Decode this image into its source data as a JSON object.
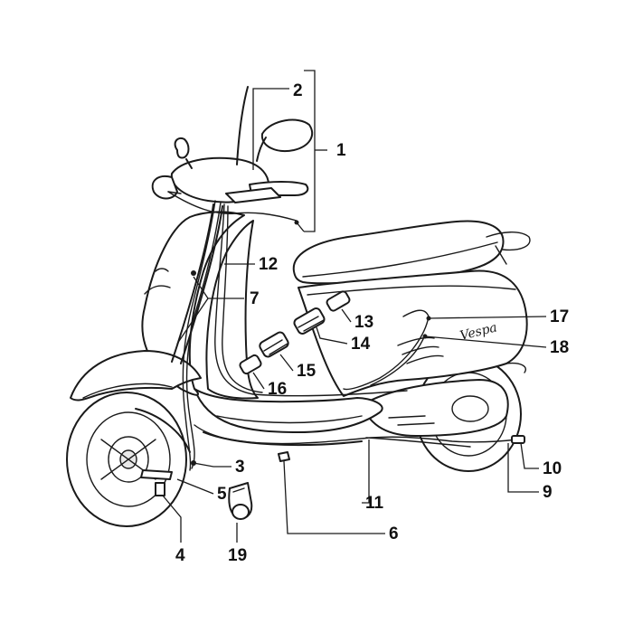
{
  "diagram": {
    "callouts": [
      {
        "id": "c1",
        "label": "1"
      },
      {
        "id": "c2",
        "label": "2"
      },
      {
        "id": "c3",
        "label": "3"
      },
      {
        "id": "c4",
        "label": "4"
      },
      {
        "id": "c5",
        "label": "5"
      },
      {
        "id": "c6",
        "label": "6"
      },
      {
        "id": "c7",
        "label": "7"
      },
      {
        "id": "c9",
        "label": "9"
      },
      {
        "id": "c10",
        "label": "10"
      },
      {
        "id": "c11",
        "label": "11"
      },
      {
        "id": "c12",
        "label": "12"
      },
      {
        "id": "c13",
        "label": "13"
      },
      {
        "id": "c14",
        "label": "14"
      },
      {
        "id": "c15",
        "label": "15"
      },
      {
        "id": "c16",
        "label": "16"
      },
      {
        "id": "c17",
        "label": "17"
      },
      {
        "id": "c18",
        "label": "18"
      },
      {
        "id": "c19",
        "label": "19"
      }
    ],
    "brand_badge": "Vespa"
  }
}
